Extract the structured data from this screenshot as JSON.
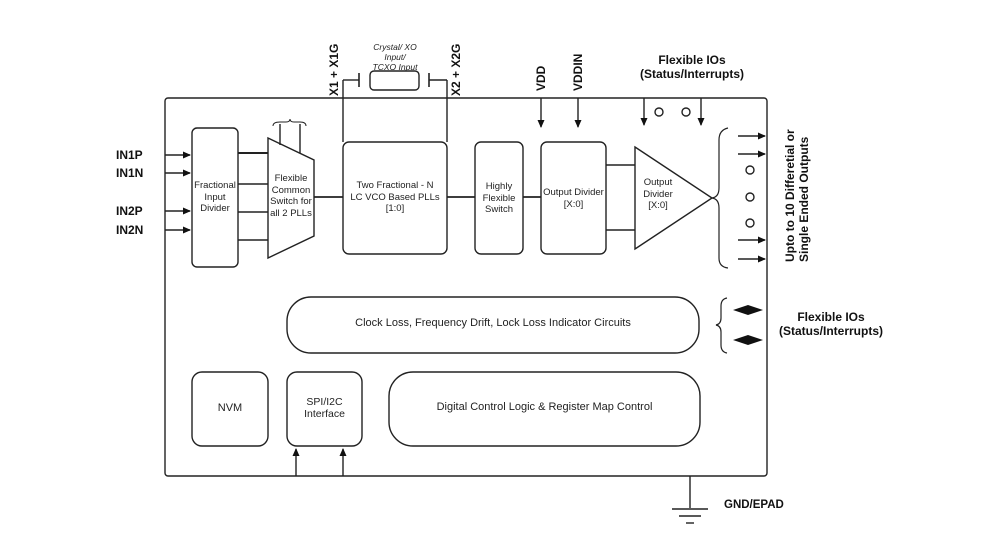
{
  "diagram": {
    "type": "block-diagram",
    "title": "Clock generator block diagram",
    "top_pins": {
      "x1": "X1 + X1G",
      "x2": "X2 + X2G",
      "crystal": "Crystal/ XO Input/ TCXO Input",
      "vdd": "VDD",
      "vddin": "VDDIN",
      "flex_io_top": "Flexible IOs (Status/Interrupts)"
    },
    "inputs": [
      "IN1P",
      "IN1N",
      "IN2P",
      "IN2N"
    ],
    "blocks": {
      "input_divider": "Fractional Input Divider",
      "mux": "Flexible Common Switch for all 2 PLLs",
      "plls": "Two Fractional - N LC VCO Based PLLs [1:0]",
      "switch": "Highly Flexible Switch",
      "output_divider": "Output Divider [X:0]",
      "output_buffer": "Output Divider [X:0]",
      "monitor": "Clock Loss, Frequency Drift, Lock Loss Indicator Circuits",
      "nvm": "NVM",
      "serial": "SPI/I2C Interface",
      "control": "Digital Control Logic & Register Map Control"
    },
    "right_labels": {
      "outputs": "Upto to 10 Differetial or Single Ended  Outputs",
      "flex_io_side": "Flexible IOs (Status/Interrupts)"
    },
    "ground": "GND/EPAD",
    "lines": {
      "crystal_1": "Crystal/ XO Input/",
      "crystal_2": "TCXO Input",
      "flex_top_1": "Flexible IOs",
      "flex_top_2": "(Status/Interrupts)",
      "flex_side_1": "Flexible IOs",
      "flex_side_2": "(Status/Interrupts)",
      "out_1": "Upto to 10 Differetial or",
      "out_2": "Single Ended  Outputs",
      "indiv_1": "Fractional",
      "indiv_2": "Input",
      "indiv_3": "Divider",
      "mux_1": "Flexible",
      "mux_2": "Common",
      "mux_3": "Switch for",
      "mux_4": "all 2 PLLs",
      "pll_1": "Two Fractional - N",
      "pll_2": "LC VCO Based PLLs",
      "pll_3": "[1:0]",
      "sw_1": "Highly",
      "sw_2": "Flexible",
      "sw_3": "Switch",
      "od_1": "Output Divider",
      "od_2": "[X:0]",
      "ob_1": "Output",
      "ob_2": "Divider",
      "ob_3": "[X:0]",
      "spi_1": "SPI/I2C",
      "spi_2": "Interface"
    }
  }
}
